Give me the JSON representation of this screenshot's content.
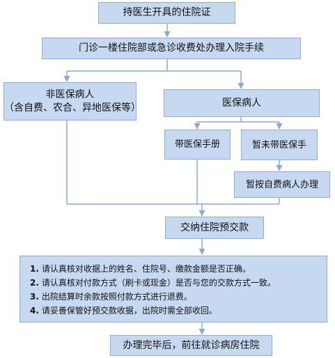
{
  "steps": {
    "start": "持医生开具的住院证",
    "register": "门诊一楼住院部或急诊收费处办理入院手续",
    "non_insured_title": "非医保病人",
    "non_insured_sub": "（含自费、农合、异地医保等）",
    "insured": "医保病人",
    "with_book": "带医保手册",
    "without_book": "暂未带医保手",
    "self_pay": "暂按自费病人办理",
    "deposit": "交纳住院预交款",
    "final": "办理完毕后，前往就诊病房住院"
  },
  "notes": [
    {
      "num": "1.",
      "text": "请认真核对收据上的姓名、住院号、缴款金额是否正确。"
    },
    {
      "num": "2.",
      "text": "请认真核对付款方式（刷卡或现金）是否与您的交款方式一致。"
    },
    {
      "num": "3.",
      "text": "出院结算时余款按照付款方式进行退费。"
    },
    {
      "num": "4.",
      "text": "请妥善保管好预交款收据，出院时需全部收回。"
    }
  ],
  "colors": {
    "box_fill": "#c6d9f0",
    "box_border": "#8eaed3",
    "arrow": "#8aaad0"
  }
}
